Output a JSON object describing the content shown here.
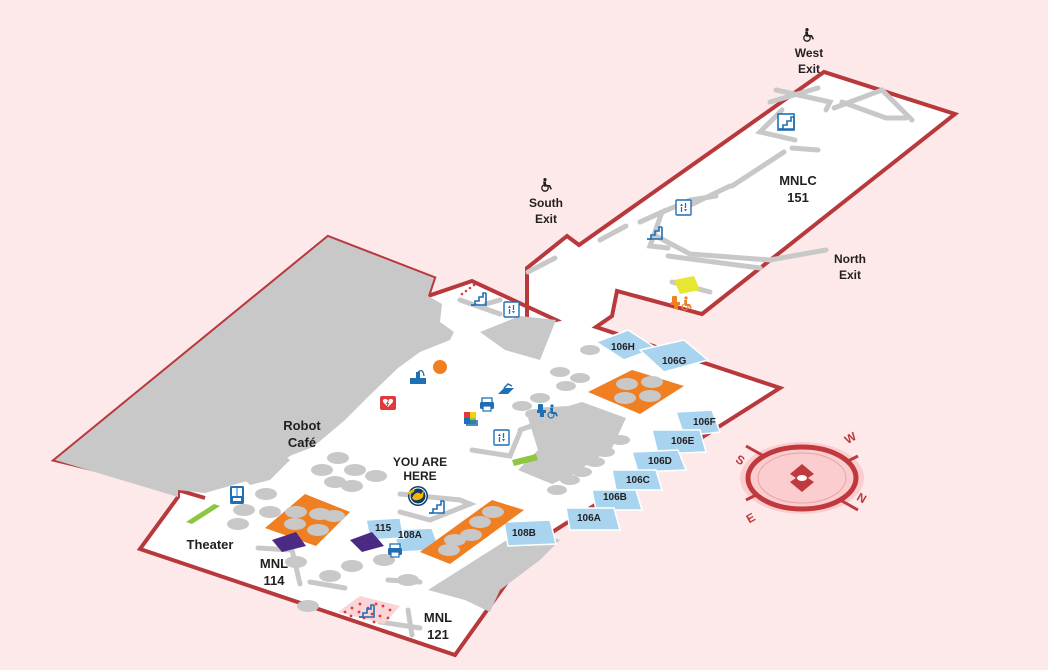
{
  "areas": {
    "mnlc_151": "MNLC\n151",
    "robot_cafe": "Robot\nCafé",
    "theater": "Theater",
    "mnl_114": "MNL\n114",
    "mnl_121": "MNL\n121",
    "you_are_here": "YOU ARE\nHERE"
  },
  "exits": {
    "west": "West\nExit",
    "south": "South\nExit",
    "north": "North\nExit"
  },
  "rooms": [
    "106H",
    "106G",
    "106F",
    "106E",
    "106D",
    "106C",
    "106B",
    "106A",
    "108A",
    "108B",
    "115"
  ],
  "compass": {
    "n": "N",
    "s": "S",
    "e": "E",
    "w": "W"
  },
  "icons": [
    "wheelchair-icon",
    "stairs-icon",
    "elevator-icon",
    "restroom-icon",
    "printer-icon",
    "scanner-icon",
    "water-fountain-icon",
    "aed-icon",
    "vending-machine-icon",
    "you-are-here-marker-icon",
    "compass-icon"
  ],
  "colors": {
    "background": "#fde9ea",
    "wall": "#b8393c",
    "floor": "#ffffff",
    "restricted": "#c8c8c9",
    "table_orange": "#f07f22",
    "room_blue": "#a9d4ef",
    "purple": "#4b2a83",
    "green": "#8dc63f",
    "yellow": "#e6e633",
    "icon_blue": "#1f6fb5"
  }
}
